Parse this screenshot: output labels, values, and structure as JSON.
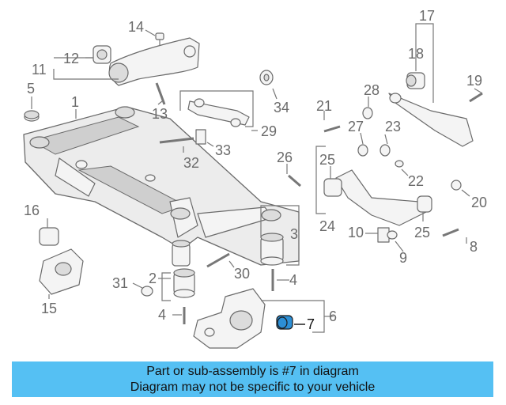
{
  "callouts": {
    "c1": "1",
    "c2": "2",
    "c3": "3",
    "c4a": "4",
    "c4b": "4",
    "c5": "5",
    "c6": "6",
    "c7": "7",
    "c8": "8",
    "c9": "9",
    "c10": "10",
    "c11": "11",
    "c12": "12",
    "c13": "13",
    "c14": "14",
    "c15": "15",
    "c16": "16",
    "c17": "17",
    "c18": "18",
    "c19": "19",
    "c20": "20",
    "c21": "21",
    "c22": "22",
    "c23": "23",
    "c24": "24",
    "c25a": "25",
    "c25b": "25",
    "c26": "26",
    "c27": "27",
    "c28": "28",
    "c29": "29",
    "c30": "30",
    "c31": "31",
    "c32": "32",
    "c33": "33",
    "c34": "34"
  },
  "highlight": {
    "part_number": "7",
    "color": "#2c8fd6"
  },
  "banner": {
    "line1": "Part or sub-assembly is #7 in diagram",
    "line2": "Diagram may not be specific to your vehicle",
    "background": "#55c0f3"
  }
}
